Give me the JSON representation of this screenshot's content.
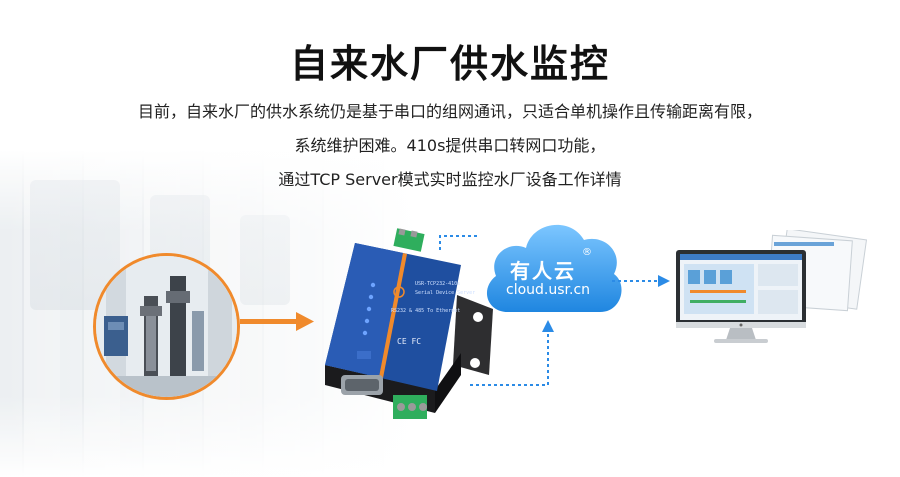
{
  "title": "自来水厂供水监控",
  "description": [
    "目前，自来水厂的供水系统仍是基于串口的组网通讯，只适合单机操作且传输距离有限，",
    "系统维护困难。410s提供串口转网口功能，",
    "通过TCP Server模式实时监控水厂设备工作详情"
  ],
  "cloud": {
    "name": "有人云",
    "registered": "®",
    "url": "cloud.usr.cn"
  },
  "device": {
    "model": "USR-TCP232-410s",
    "subtitle": "Serial Device Server",
    "port_label": "RS232 & 485 To Ethernet",
    "certs": "CE FC"
  },
  "colors": {
    "accent_orange": "#f08a2c",
    "flow_blue": "#2b8be6",
    "cloud_blue": "#3aa0f0",
    "device_blue": "#1f4fa0"
  }
}
